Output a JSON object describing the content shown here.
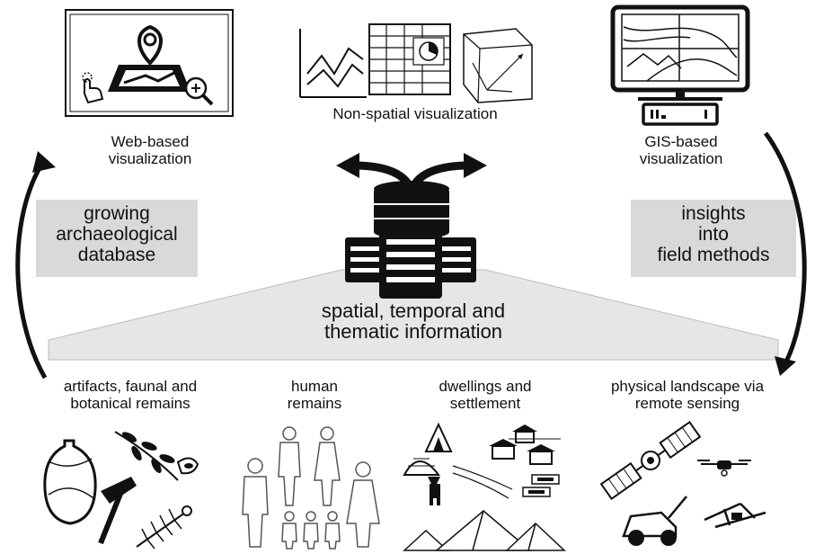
{
  "top": {
    "web_label": "Web-based\nvisualization",
    "nonspatial_label": "Non-spatial visualization",
    "gis_label": "GIS-based\nvisualization"
  },
  "side_boxes": {
    "left_text": "growing\narchaeological\ndatabase",
    "right_text": "insights\ninto\nfield methods"
  },
  "center": {
    "info_text": "spatial, temporal and\nthematic information"
  },
  "categories": [
    {
      "label": "artifacts, faunal and\nbotanical remains"
    },
    {
      "label": "human\nremains"
    },
    {
      "label": "dwellings and\nsettlement"
    },
    {
      "label": "physical landscape via\nremote sensing"
    }
  ],
  "colors": {
    "box_gray": "#d9d9d9",
    "funnel_gray": "#e6e6e6",
    "ink": "#111111"
  }
}
